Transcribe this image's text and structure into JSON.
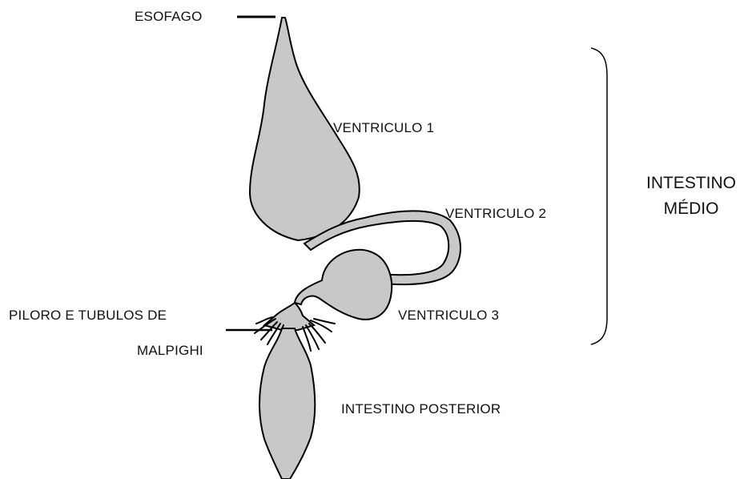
{
  "labels": {
    "esofago": "ESOFAGO",
    "ventriculo_1": "VENTRICULO  1",
    "ventriculo_2": "VENTRICULO  2",
    "ventriculo_3": "VENTRICULO  3",
    "piloro_line1": "PILORO E TUBULOS  DE",
    "piloro_line2": "MALPIGHI",
    "intestino_posterior": "INTESTINO POSTERIOR",
    "intestino_medio_line1": "INTESTINO",
    "intestino_medio_line2": "MÉDIO"
  },
  "colors": {
    "organ_fill": "#c8c8c8",
    "outline": "#000000",
    "text": "#111111"
  }
}
